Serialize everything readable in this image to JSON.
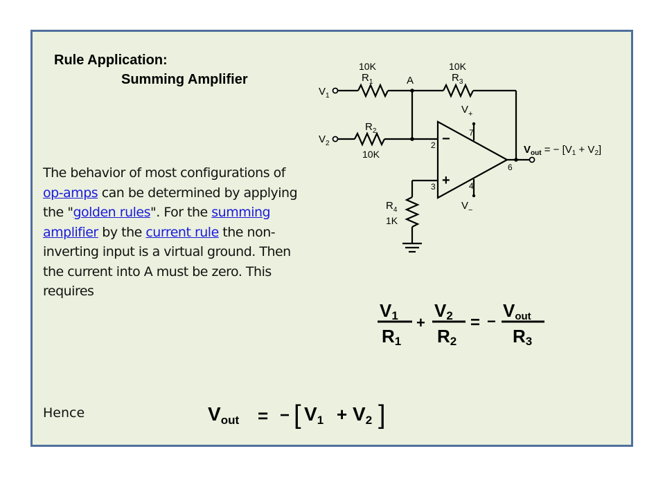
{
  "slide": {
    "title_line1": "Rule Application:",
    "title_line2": "Summing Amplifier",
    "paragraph": {
      "t1": "The behavior of most configurations of ",
      "link1": "op-amps",
      "t2": " can be determined by applying the \"",
      "link2": "golden rules",
      "t3": "\". For the ",
      "link3": "summing amplifier",
      "t4": " by the ",
      "link4": "current rule",
      "t5": " the non-inverting input is a virtual ground. Then the current into A must be zero. This requires"
    },
    "hence_label": "Hence"
  },
  "circuit": {
    "r1_value": "10K",
    "r1_name": "R",
    "r1_sub": "1",
    "r3_value": "10K",
    "r3_name": "R",
    "r3_sub": "3",
    "r2_value": "10K",
    "r2_name": "R",
    "r2_sub": "2",
    "r4_value": "1K",
    "r4_name": "R",
    "r4_sub": "4",
    "node_a": "A",
    "v1_name": "V",
    "v1_sub": "1",
    "v2_name": "V",
    "v2_sub": "2",
    "vplus_name": "V",
    "vplus_sub": "+",
    "vminus_name": "V",
    "vminus_sub": "−",
    "pin2": "2",
    "pin3": "3",
    "pin4": "4",
    "pin6": "6",
    "pin7": "7",
    "minus_sign": "−",
    "plus_sign": "+",
    "out_v": "V",
    "out_sub": "out",
    "out_rest": " = − [V",
    "out_s1": "1",
    "out_mid": " + V",
    "out_s2": "2",
    "out_end": "]"
  },
  "equation1": {
    "n1": "V",
    "n1s": "1",
    "d1": "R",
    "d1s": "1",
    "plus": "+",
    "n2": "V",
    "n2s": "2",
    "d2": "R",
    "d2s": "2",
    "eq": "=",
    "minus": "−",
    "n3": "V",
    "n3s": "out",
    "d3": "R",
    "d3s": "3"
  },
  "equation2": {
    "lhs": "V",
    "lhs_sub": "out",
    "eq": "=",
    "minus": "−",
    "lb": "[",
    "a": "V",
    "as": "1",
    "plus": "+",
    "b": "V",
    "bs": "2",
    "rb": "]"
  }
}
